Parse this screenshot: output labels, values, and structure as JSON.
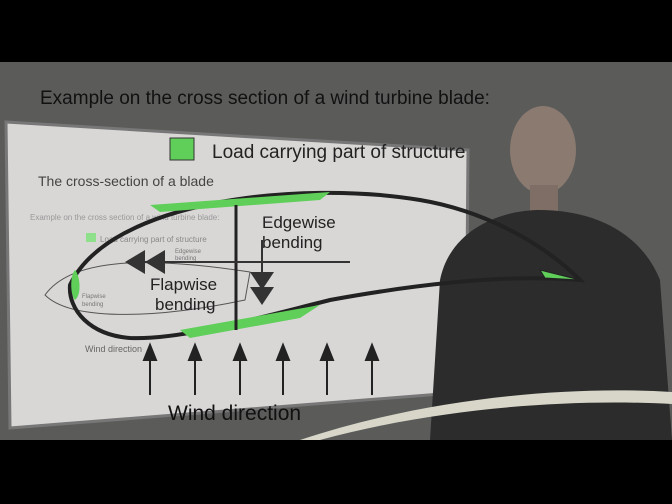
{
  "overlay": {
    "title": "Example on the cross section of a wind turbine blade:",
    "legend_label": "Load carrying part of structure",
    "edgewise_line1": "Edgewise",
    "edgewise_line2": "bending",
    "flapwise_line1": "Flapwise",
    "flapwise_line2": "bending",
    "wind_label": "Wind direction"
  },
  "screen": {
    "title": "The cross-section of a blade",
    "subtitle": "Example on the cross section of a wind turbine blade:",
    "legend_label": "Load carrying part of structure",
    "edgewise_line1": "Edgewise",
    "edgewise_line2": "bending",
    "flapwise_line1": "Flapwise",
    "flapwise_line2": "bending",
    "wind_label": "Wind direction"
  },
  "colors": {
    "load_green": "#5fcf5a",
    "background": "#5b5b5a",
    "screen": "#d9d7d6"
  }
}
